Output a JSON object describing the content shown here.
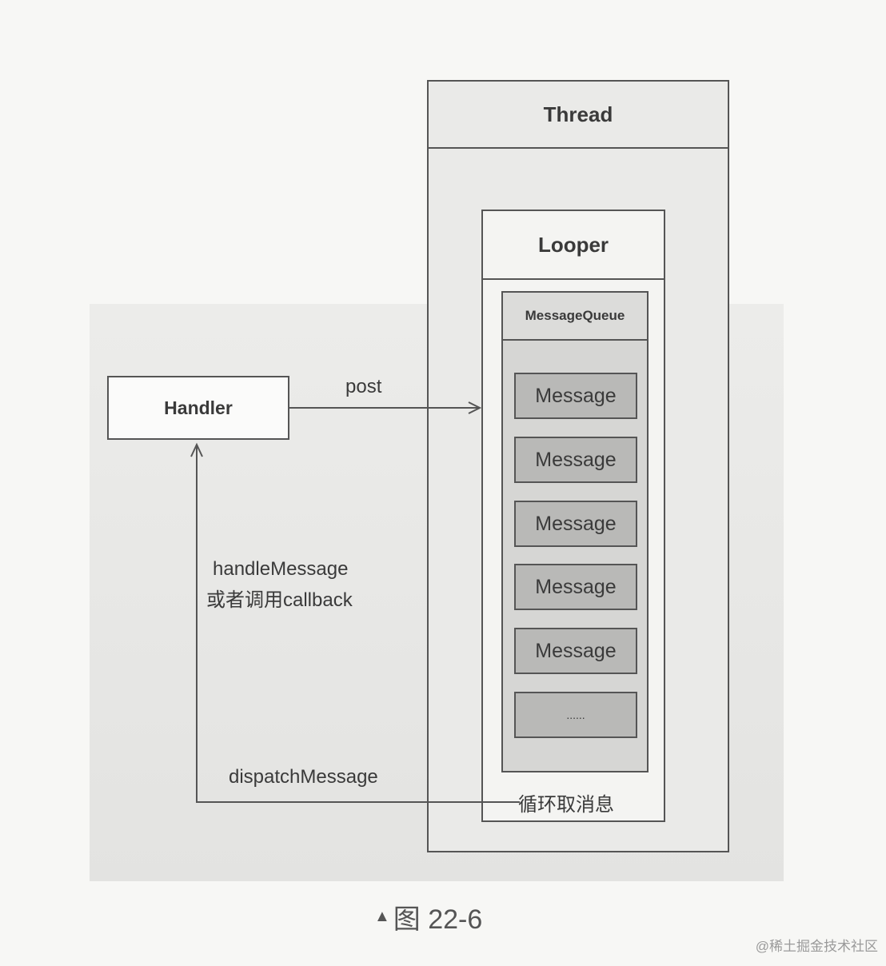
{
  "thread": {
    "title": "Thread"
  },
  "looper": {
    "title": "Looper"
  },
  "message_queue": {
    "title": "MessageQueue",
    "messages": [
      "Message",
      "Message",
      "Message",
      "Message",
      "Message",
      "......"
    ]
  },
  "handler": {
    "title": "Handler"
  },
  "edges": {
    "post": "post",
    "handle_line1": "handleMessage",
    "handle_line2": "或者调用callback",
    "dispatch": "dispatchMessage",
    "loop": "循环取消息"
  },
  "caption": {
    "marker": "▲",
    "text": "图 22-6"
  },
  "watermark": "@稀土掘金技术社区"
}
